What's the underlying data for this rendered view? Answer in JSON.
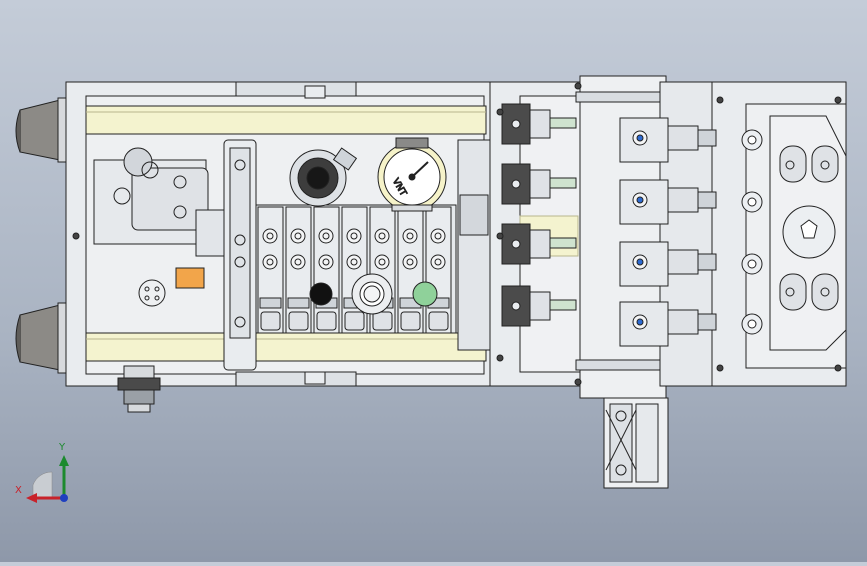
{
  "viewport": {
    "background_top": "#c4ccd8",
    "background_bottom": "#8e98a9",
    "line_color": "#222222",
    "metal_color": "#e9ecef",
    "rail_color": "#f4f3cf",
    "button_green": "#8fd19a",
    "axis_x_color": "#c8222a",
    "axis_y_color": "#1c8a2e",
    "axis_z_color": "#1f3fbf"
  },
  "gauge": {
    "label": "VNT"
  },
  "triad": {
    "x_label": "X",
    "y_label": "Y"
  }
}
